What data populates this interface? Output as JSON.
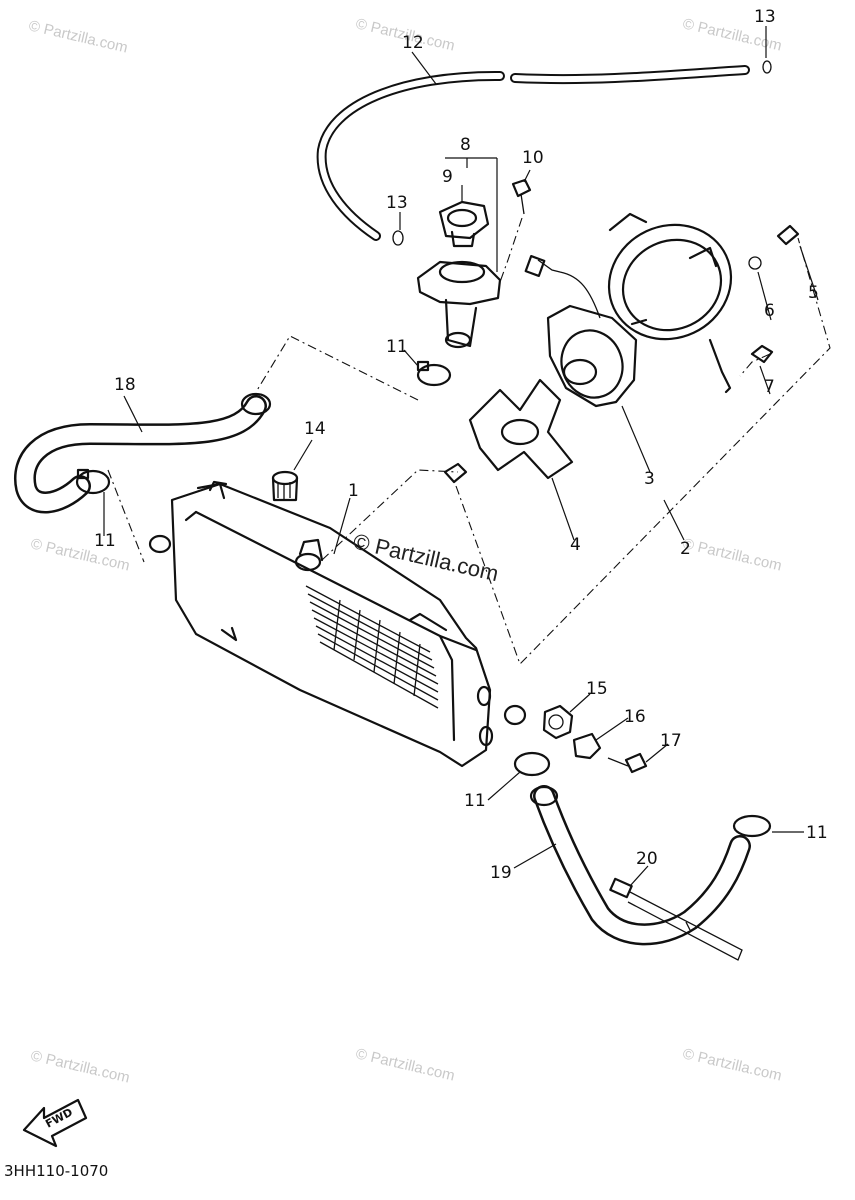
{
  "diagram": {
    "callouts": [
      {
        "id": "c1",
        "text": "1"
      },
      {
        "id": "c2",
        "text": "2"
      },
      {
        "id": "c3",
        "text": "3"
      },
      {
        "id": "c4",
        "text": "4"
      },
      {
        "id": "c5",
        "text": "5"
      },
      {
        "id": "c6",
        "text": "6"
      },
      {
        "id": "c7",
        "text": "7"
      },
      {
        "id": "c8",
        "text": "8"
      },
      {
        "id": "c9",
        "text": "9"
      },
      {
        "id": "c10",
        "text": "10"
      },
      {
        "id": "c11a",
        "text": "11"
      },
      {
        "id": "c11b",
        "text": "11"
      },
      {
        "id": "c11c",
        "text": "11"
      },
      {
        "id": "c11d",
        "text": "11"
      },
      {
        "id": "c12",
        "text": "12"
      },
      {
        "id": "c13a",
        "text": "13"
      },
      {
        "id": "c13b",
        "text": "13"
      },
      {
        "id": "c14",
        "text": "14"
      },
      {
        "id": "c15",
        "text": "15"
      },
      {
        "id": "c16",
        "text": "16"
      },
      {
        "id": "c17",
        "text": "17"
      },
      {
        "id": "c18",
        "text": "18"
      },
      {
        "id": "c19",
        "text": "19"
      },
      {
        "id": "c20",
        "text": "20"
      }
    ],
    "watermark_center": "© Partzilla.com",
    "watermark_corner": "© Partzilla.com",
    "fwd_label": "FWD",
    "diagram_code": "3HH110-1070"
  }
}
